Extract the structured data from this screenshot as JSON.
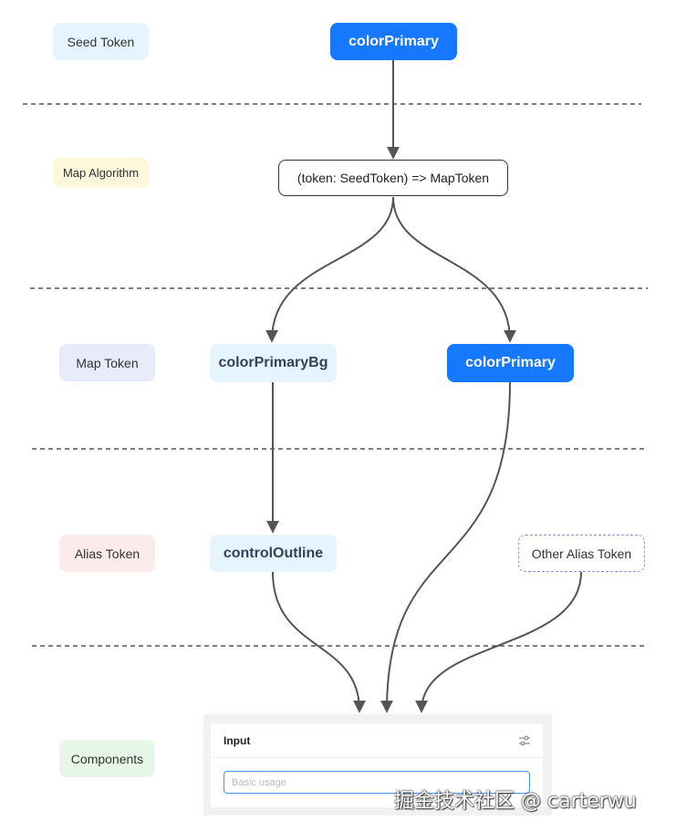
{
  "layers": {
    "seed": "Seed Token",
    "map_algorithm": "Map Algorithm",
    "map_token": "Map Token",
    "alias_token": "Alias Token",
    "components": "Components"
  },
  "layer_colors": {
    "seed": "#e6f4ff",
    "map_algorithm": "#fdf8dc",
    "map_token": "#e7ebfb",
    "alias_token": "#fdebeb",
    "components": "#e6f7e6"
  },
  "nodes": {
    "seed_color_primary": "colorPrimary",
    "algorithm": "(token: SeedToken) => MapToken",
    "color_primary_bg": "colorPrimaryBg",
    "map_color_primary": "colorPrimary",
    "control_outline": "controlOutline",
    "other_alias_token": "Other Alias Token"
  },
  "colors": {
    "primary": "#1677ff",
    "light_node": "#e6f4ff",
    "edge": "#555555",
    "separator": "#555555"
  },
  "component_card": {
    "title": "Input",
    "input_placeholder": "Basic usage",
    "settings_icon": "settings-sliders-icon"
  },
  "watermark": "掘金技术社区 @ carterwu"
}
